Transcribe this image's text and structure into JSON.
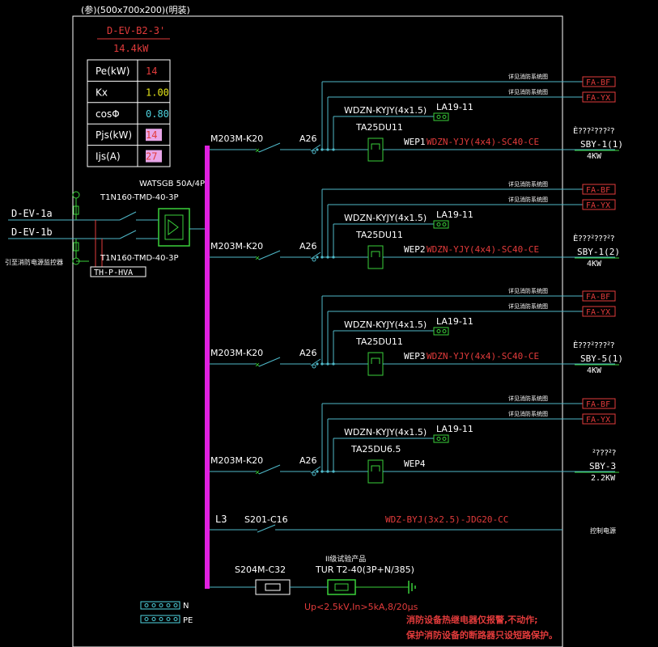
{
  "colors": {
    "background": "#000000",
    "wire": "#4fb9c9",
    "busbar": "#e020e0",
    "label": "#ffffff",
    "red": "#e23b3b",
    "green": "#3ad13a",
    "yellow": "#e6e61a",
    "cyan": "#4fd4e0"
  },
  "header": {
    "enclosure": "(参)(500x700x200)(明装)",
    "panel_id": "D-EV-B2-3'",
    "power": "14.4kW"
  },
  "param_table": [
    {
      "label": "Pe(kW)",
      "value": "14",
      "color": "red",
      "highlight": false
    },
    {
      "label": "Kx",
      "value": "1.00",
      "color": "yellow",
      "highlight": false
    },
    {
      "label": "cosΦ",
      "value": "0.80",
      "color": "cyan",
      "highlight": false
    },
    {
      "label": "Pjs(kW)",
      "value": "14",
      "color": "red",
      "highlight": true
    },
    {
      "label": "Ijs(A)",
      "value": "27",
      "color": "red",
      "highlight": true
    }
  ],
  "incoming": {
    "line_a": "D-EV-1a",
    "line_b": "D-EV-1b",
    "ats": "WATSGB 50A/4P",
    "breaker_top": "T1N160-TMD-40-3P",
    "breaker_bottom": "T1N160-TMD-40-3P",
    "monitor": "TH-P-HVA",
    "monitor_note": "引至消防电源监控器"
  },
  "circuits": [
    {
      "breaker": "M203M-K20",
      "contactor": "A26",
      "ctrl_cable": "WDZN-KYJY(4x1.5)",
      "button": "LA19-11",
      "relay": "TA25DU11",
      "circuit_id": "WEP1",
      "cable": "WDZN-YJY(4x4)-SC40-CE",
      "load_text": "È???²???²?",
      "load_id": "SBY-1(1)",
      "load_kw": "4KW",
      "note1": "详见消防系统图",
      "note2": "详见消防系统图",
      "tag1": "FA-BF",
      "tag2": "FA-YX"
    },
    {
      "breaker": "M203M-K20",
      "contactor": "A26",
      "ctrl_cable": "WDZN-KYJY(4x1.5)",
      "button": "LA19-11",
      "relay": "TA25DU11",
      "circuit_id": "WEP2",
      "cable": "WDZN-YJY(4x4)-SC40-CE",
      "load_text": "È???²???²?",
      "load_id": "SBY-1(2)",
      "load_kw": "4KW",
      "note1": "详见消防系统图",
      "note2": "详见消防系统图",
      "tag1": "FA-BF",
      "tag2": "FA-YX"
    },
    {
      "breaker": "M203M-K20",
      "contactor": "A26",
      "ctrl_cable": "WDZN-KYJY(4x1.5)",
      "button": "LA19-11",
      "relay": "TA25DU11",
      "circuit_id": "WEP3",
      "cable": "WDZN-YJY(4x4)-SC40-CE",
      "load_text": "È???²???²?",
      "load_id": "SBY-5(1)",
      "load_kw": "4KW",
      "note1": "详见消防系统图",
      "note2": "详见消防系统图",
      "tag1": "FA-BF",
      "tag2": "FA-YX"
    },
    {
      "breaker": "M203M-K20",
      "contactor": "A26",
      "ctrl_cable": "WDZN-KYJY(4x1.5)",
      "button": "LA19-11",
      "relay": "TA25DU6.5",
      "circuit_id": "WEP4",
      "cable": "",
      "load_text": "²???²?",
      "load_id": "SBY-3",
      "load_kw": "2.2KW",
      "note1": "详见消防系统图",
      "note2": "详见消防系统图",
      "tag1": "FA-BF",
      "tag2": "FA-YX"
    }
  ],
  "control_circuit": {
    "phase": "L3",
    "breaker": "S201-C16",
    "cable": "WDZ-BYJ(3x2.5)-JDG20-CC",
    "label": "控制电源"
  },
  "spd": {
    "breaker": "S204M-C32",
    "class_note": "II级试验产品",
    "model": "TUR T2-40(3P+N/385)",
    "spec": "Up<2.5kV,In>5kA,8/20µs"
  },
  "terminals": {
    "n": "N",
    "pe": "PE"
  },
  "notes": [
    "消防设备热继电器仅报警,不动作;",
    "保护消防设备的断路器只设短路保护。"
  ]
}
